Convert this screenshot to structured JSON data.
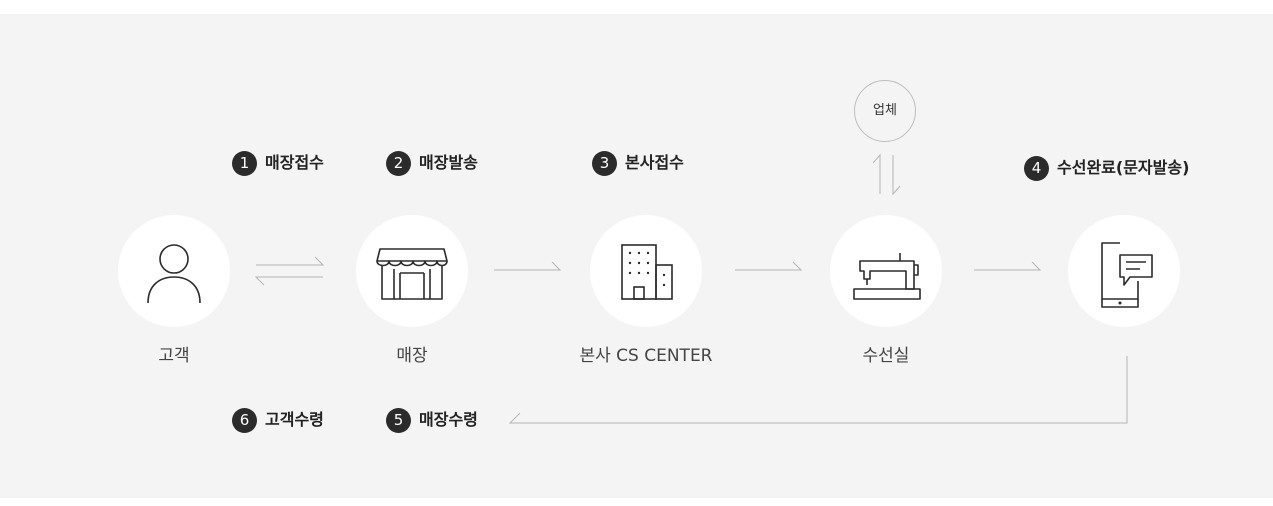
{
  "nodes": [
    {
      "label": "고객",
      "icon": "person-icon"
    },
    {
      "label": "매장",
      "icon": "store-icon"
    },
    {
      "label": "본사 CS CENTER",
      "icon": "building-icon"
    },
    {
      "label": "수선실",
      "icon": "sewing-machine-icon"
    },
    {
      "label": "",
      "icon": "phone-message-icon"
    }
  ],
  "vendor": {
    "label": "업체"
  },
  "steps": [
    {
      "num": "1",
      "label": "매장접수"
    },
    {
      "num": "2",
      "label": "매장발송"
    },
    {
      "num": "3",
      "label": "본사접수"
    },
    {
      "num": "4",
      "label": "수선완료(문자발송)"
    },
    {
      "num": "5",
      "label": "매장수령"
    },
    {
      "num": "6",
      "label": "고객수령"
    }
  ],
  "colors": {
    "background": "#f4f4f4",
    "node_fill": "#ffffff",
    "icon_stroke": "#2b2b2b",
    "step_badge": "#2b2b2b",
    "connector": "#b5b5b5"
  }
}
